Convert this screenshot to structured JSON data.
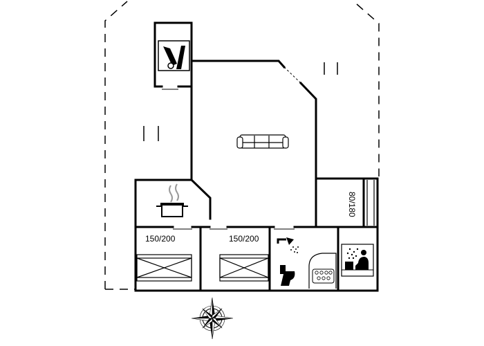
{
  "labels": {
    "bed_1": "150/200",
    "bed_2": "150/200",
    "bed_3": "80/180"
  },
  "icons": [
    "sofa-icon",
    "cooking-pot-icon",
    "shower-icon",
    "toilet-icon",
    "hot-tub-icon",
    "sauna-icon",
    "utility-tools-icon",
    "compass-rose-icon",
    "bed-icon"
  ],
  "colors": {
    "line": "#000000",
    "background": "#ffffff"
  }
}
